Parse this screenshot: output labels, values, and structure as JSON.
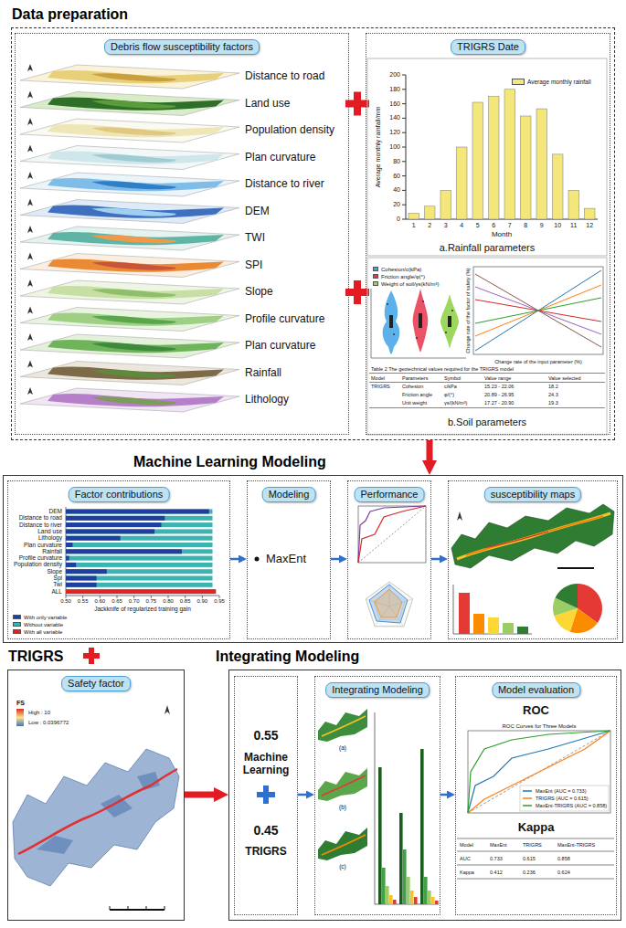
{
  "diagram": {
    "nodes": [
      {
        "text": [
          "Data preparation"
        ]
      },
      {
        "text": [
          "Debris flow susceptibility factors"
        ],
        "in": 0
      },
      {
        "text": [
          "TRIGRS Date"
        ],
        "in": 0
      },
      {
        "text": [
          "Machine Learning Modeling"
        ]
      },
      {
        "text": [
          "Factor contributions"
        ],
        "in": 3
      },
      {
        "text": [
          "Modeling",
          "MaxEnt"
        ],
        "in": 3
      },
      {
        "text": [
          "Performance"
        ],
        "in": 3
      },
      {
        "text": [
          "susceptibility maps"
        ],
        "in": 3
      },
      {
        "text": [
          "TRIGRS",
          "Safety factor"
        ]
      },
      {
        "text": [
          "Integrating Modeling"
        ]
      },
      {
        "text": [
          "0.55",
          "Machine Learning",
          "0.45",
          "TRIGRS"
        ],
        "in": 9
      },
      {
        "text": [
          "Integrating Modeling"
        ],
        "in": 9
      },
      {
        "text": [
          "Model evaluation",
          "ROC",
          "Kappa"
        ],
        "in": 9
      }
    ],
    "edges": [
      {
        "from": 0,
        "to": 3,
        "arrow": "to"
      },
      {
        "from": 4,
        "to": 5,
        "arrow": "to"
      },
      {
        "from": 5,
        "to": 6,
        "arrow": "to"
      },
      {
        "from": 6,
        "to": 7,
        "arrow": "to"
      },
      {
        "from": 8,
        "to": 9,
        "arrow": "to"
      },
      {
        "from": 10,
        "to": 11,
        "arrow": "to"
      },
      {
        "from": 11,
        "to": 12,
        "arrow": "to"
      }
    ],
    "labels": [
      "Distance to road",
      "Land use",
      "Population density",
      "Plan curvature",
      "Distance to river",
      "DEM",
      "TWI",
      "SPI",
      "Slope",
      "Profile curvature",
      "Plan curvature",
      "Rainfall",
      "Lithology",
      "0",
      "20",
      "40",
      "60",
      "80",
      "100",
      "120",
      "140",
      "160",
      "180",
      "200",
      "1",
      "2",
      "3",
      "4",
      "5",
      "6",
      "7",
      "8",
      "9",
      "10",
      "11",
      "12",
      "Month",
      "Average monthly rainfall/mm",
      "a.Rainfall parameters",
      "Change rate of the input parameter (%)",
      "Change rate of the factor of safety (%)",
      "Table 2 The geotechnical values required for the TRIGRS model",
      "Model",
      "Parameters",
      "Symbol",
      "Value range",
      "Value selected",
      "TRIGRS",
      "Cohesion",
      "c/kPa",
      "15.23 - 22.06",
      "18.2",
      "Friction angle",
      "φ/(°)",
      "20.89 - 26.95",
      "24.3",
      "Unit weight",
      "γs/(kN/m³)",
      "17.27 - 20.90",
      "19.3",
      "b.Soil parameters",
      "DEM",
      "Distance to road",
      "Distance to river",
      "Land use",
      "Lithology",
      "Plan curvature",
      "Rainfall",
      "Profile curvature",
      "Population density",
      "Slope",
      "Spi",
      "Twi",
      "ALL",
      "0.50",
      "0.55",
      "0.60",
      "0.65",
      "0.70",
      "0.75",
      "0.80",
      "0.85",
      "0.90",
      "0.95",
      "Jackknife of regularized training gain",
      "FS",
      "High : 10",
      "Low : 0.0396772",
      "(a)",
      "(b)",
      "(c)",
      "ROC Curves for Three Models",
      "Model",
      "MaxEnt",
      "TRIGRS",
      "MaxEnt-TRIGRS",
      "AUC",
      "0.733",
      "0.615",
      "0.858",
      "Kappa",
      "0.412",
      "0.236",
      "0.624"
    ],
    "legend": [
      {
        "text": "Average monthly rainfall",
        "color": "#f3e77b"
      },
      {
        "text": "Cohesion/c(kPa)",
        "color": "#3fa3e6"
      },
      {
        "text": "Friction angle/φ(°)",
        "color": "#e8344e"
      },
      {
        "text": "Weight of soil/γs(kN/m³)",
        "color": "#93d34f"
      },
      {
        "text": "With only variable",
        "color": "#1f3f9e"
      },
      {
        "text": "Without variable",
        "color": "#3bb3b0"
      },
      {
        "text": "With all variable",
        "color": "#e02424"
      },
      {
        "text": "MaxEnt (AUC = 0.733)"
      },
      {
        "text": "TRIGRS (AUC = 0.615)"
      },
      {
        "text": "MaxEnt-TRIGRS (AUC = 0.858)"
      }
    ]
  }
}
